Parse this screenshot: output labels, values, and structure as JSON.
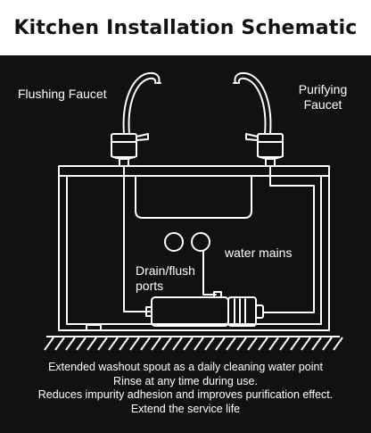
{
  "title": "Kitchen Installation Schematic",
  "labels": {
    "flushing_faucet": "Flushing Faucet",
    "purifying_faucet_line1": "Purifying",
    "purifying_faucet_line2": "Faucet",
    "water_mains": "water mains",
    "drain_line1": "Drain/flush",
    "drain_line2": "ports"
  },
  "caption": [
    "Extended washout spout as a daily cleaning water point",
    "Rinse at any time during use.",
    "Reduces impurity adhesion and improves purification effect.",
    "Extend the service life"
  ],
  "colors": {
    "background": "#111111",
    "lines": "#ffffff",
    "title_text": "#111111"
  }
}
